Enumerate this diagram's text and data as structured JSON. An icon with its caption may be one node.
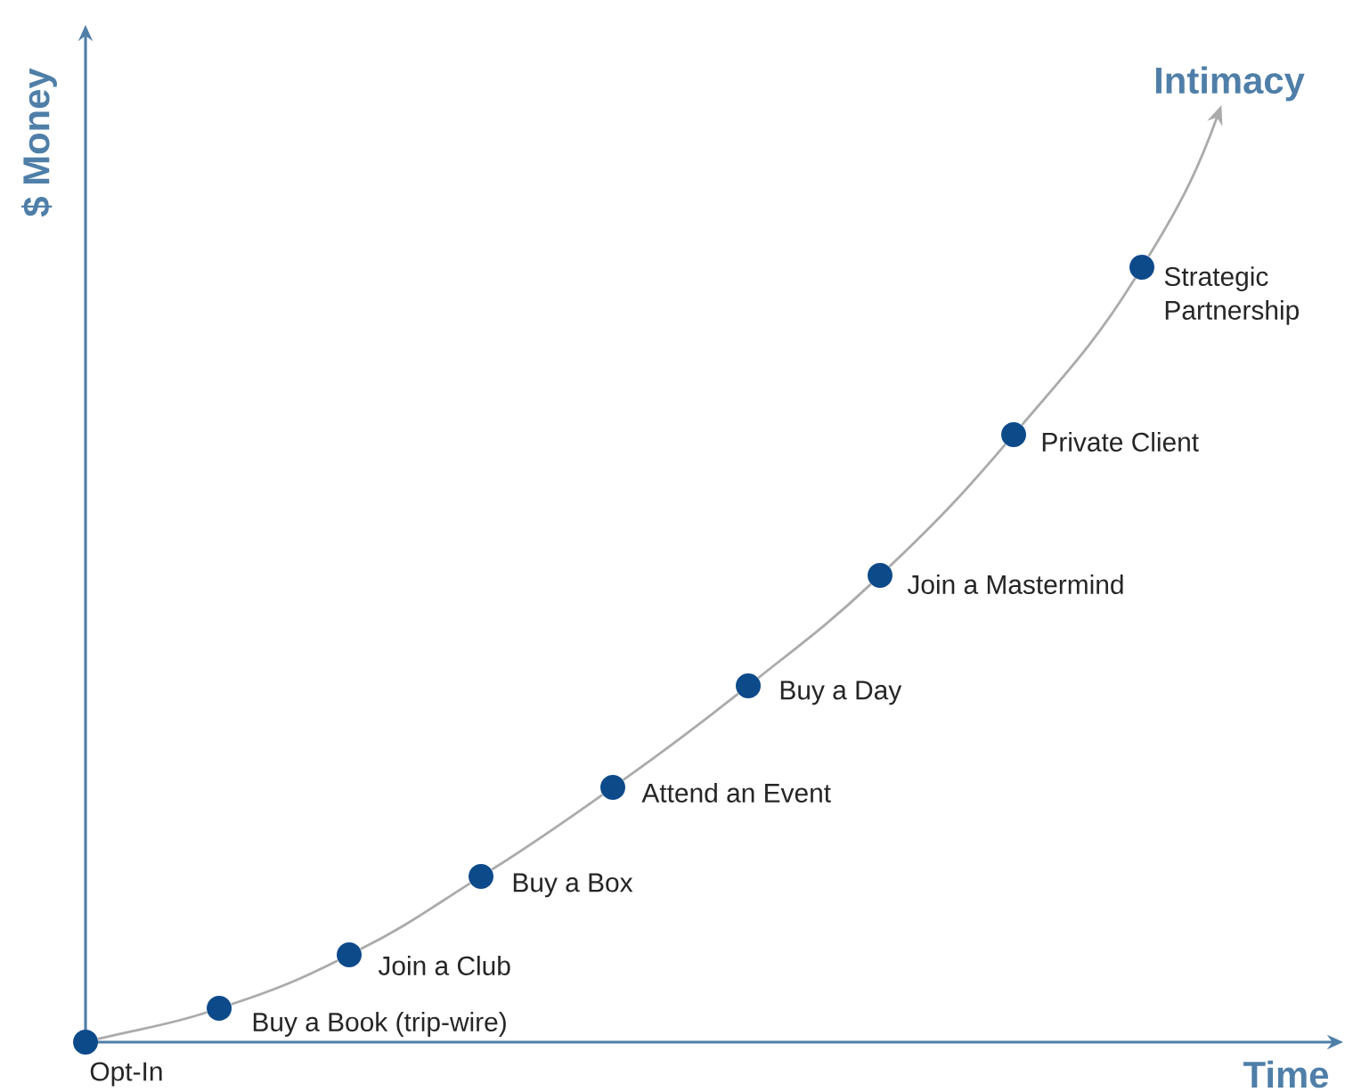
{
  "diagram": {
    "nodes": [
      {
        "text": [],
        "shape": "circle",
        "beside": [
          "Opt-In"
        ]
      },
      {
        "text": [],
        "shape": "circle",
        "beside": [
          "Buy a Book (trip-wire)"
        ]
      },
      {
        "text": [],
        "shape": "circle",
        "beside": [
          "Join a Club"
        ]
      },
      {
        "text": [],
        "shape": "circle",
        "beside": [
          "Buy a Box"
        ]
      },
      {
        "text": [],
        "shape": "circle",
        "beside": [
          "Attend an Event"
        ]
      },
      {
        "text": [],
        "shape": "circle",
        "beside": [
          "Buy a Day"
        ]
      },
      {
        "text": [],
        "shape": "circle",
        "beside": [
          "Join a Mastermind"
        ]
      },
      {
        "text": [],
        "shape": "circle",
        "beside": [
          "Private Client"
        ]
      },
      {
        "text": [],
        "shape": "circle",
        "beside": [
          "Strategic Partnership"
        ]
      },
      {
        "text": [
          "Intimacy"
        ]
      }
    ],
    "edges": [
      {
        "from": 0,
        "to": 1,
        "arrow": "none"
      },
      {
        "from": 1,
        "to": 2,
        "arrow": "none"
      },
      {
        "from": 2,
        "to": 3,
        "arrow": "none"
      },
      {
        "from": 3,
        "to": 4,
        "arrow": "none"
      },
      {
        "from": 4,
        "to": 5,
        "arrow": "none"
      },
      {
        "from": 5,
        "to": 6,
        "arrow": "none"
      },
      {
        "from": 6,
        "to": 7,
        "arrow": "none"
      },
      {
        "from": 7,
        "to": 8,
        "arrow": "none"
      },
      {
        "from": 8,
        "to": 9,
        "arrow": "to"
      }
    ],
    "labels": [
      "$ Money",
      "Time"
    ]
  }
}
